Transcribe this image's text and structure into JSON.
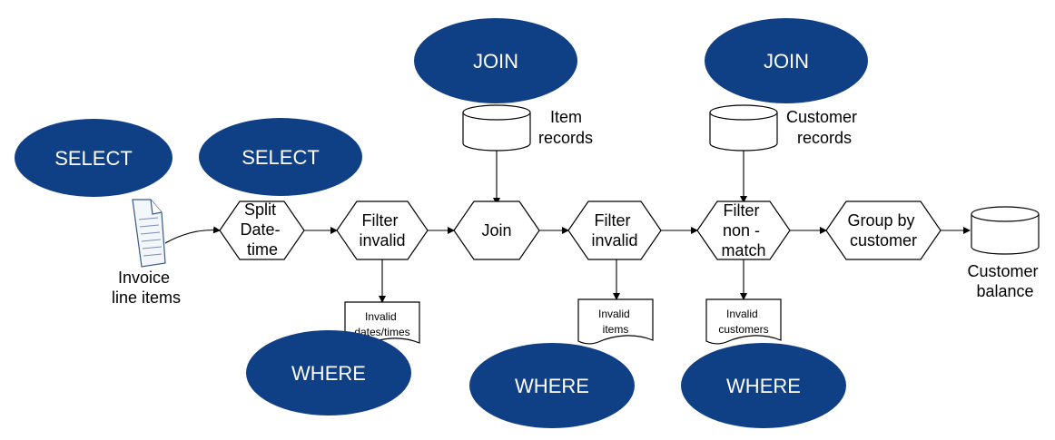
{
  "source": {
    "label_lines": [
      "Invoice",
      "line items"
    ],
    "icon": "document-icon"
  },
  "steps": [
    {
      "lines": [
        "Split",
        "Date-",
        "time"
      ]
    },
    {
      "lines": [
        "Filter",
        "invalid"
      ]
    },
    {
      "lines": [
        "Join"
      ]
    },
    {
      "lines": [
        "Filter",
        "invalid"
      ]
    },
    {
      "lines": [
        "Filter",
        "non -",
        "match"
      ]
    },
    {
      "lines": [
        "Group by",
        "customer"
      ]
    }
  ],
  "databases": {
    "item_records": [
      "Item",
      "records"
    ],
    "customer_records": [
      "Customer",
      "records"
    ],
    "customer_balance": [
      "Customer",
      "balance"
    ]
  },
  "rejects": {
    "invalid_dates": [
      "Invalid",
      "dates/times"
    ],
    "invalid_items": [
      "Invalid",
      "items"
    ],
    "invalid_customers": [
      "Invalid",
      "customers"
    ]
  },
  "sql_ovals": {
    "select_1": "SELECT",
    "select_2": "SELECT",
    "join_1": "JOIN",
    "join_2": "JOIN",
    "where_1": "WHERE",
    "where_2": "WHERE",
    "where_3": "WHERE"
  },
  "colors": {
    "oval_fill": "#0f3f84",
    "oval_text": "#ffffff",
    "line": "#000000"
  }
}
